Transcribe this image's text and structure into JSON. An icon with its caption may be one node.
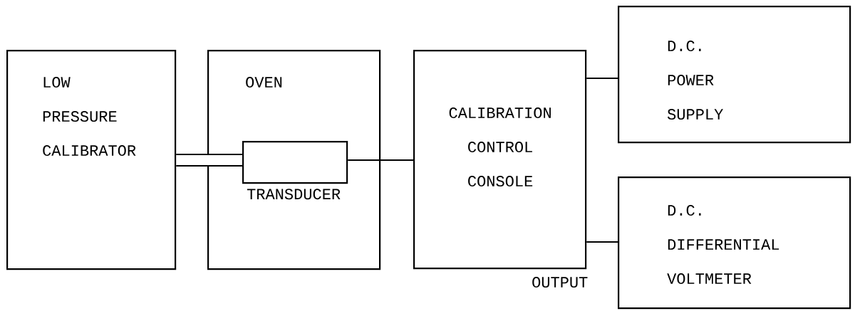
{
  "diagram": {
    "nodes": [
      {
        "text": [
          "LOW PRESSURE CALIBRATOR"
        ]
      },
      {
        "text": [
          "OVEN"
        ]
      },
      {
        "text": [
          "TRANSDUCER"
        ],
        "in": 1
      },
      {
        "text": [
          "CALIBRATION CONTROL CONSOLE"
        ]
      },
      {
        "text": [
          "D.C. POWER SUPPLY"
        ]
      },
      {
        "text": [
          "D.C. DIFFERENTIAL VOLTMETER"
        ]
      }
    ],
    "edges": [
      {
        "from": 0,
        "to": 2,
        "arrow": "none",
        "style": "thick"
      },
      {
        "from": 2,
        "to": 3,
        "arrow": "none"
      },
      {
        "from": 3,
        "to": 4,
        "arrow": "none"
      },
      {
        "from": 3,
        "to": 5,
        "arrow": "none"
      }
    ],
    "labels": [
      "OUTPUT"
    ]
  }
}
